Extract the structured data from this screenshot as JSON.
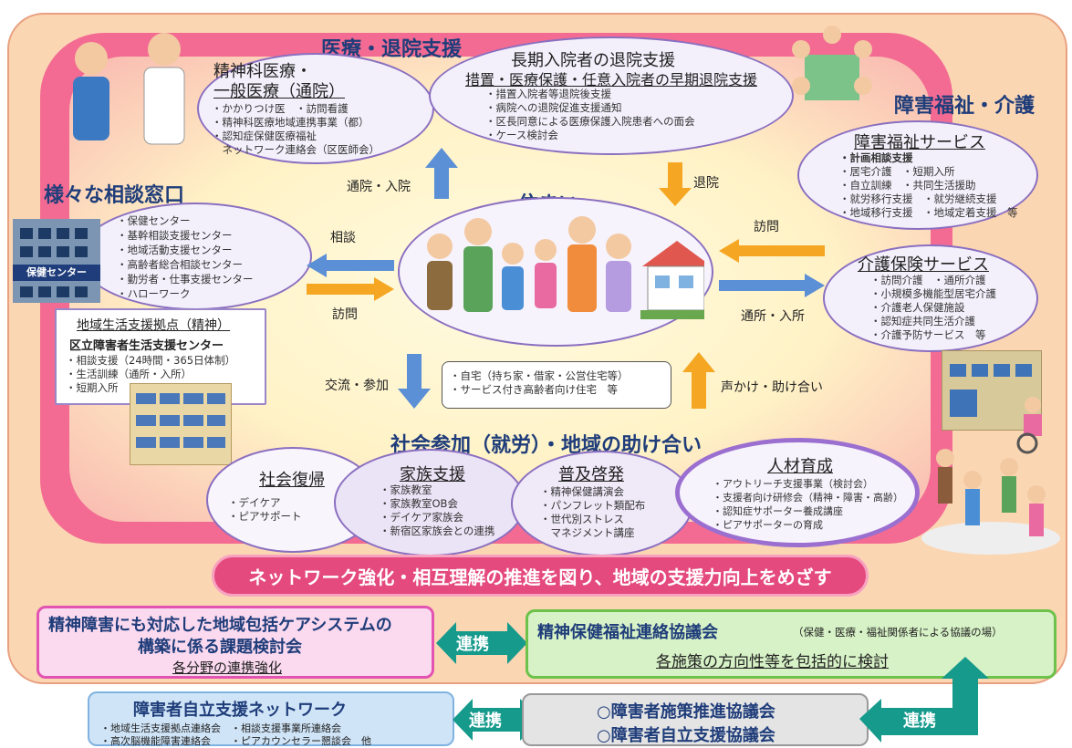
{
  "sections": {
    "medical": "医療・退院支援",
    "welfare": "障害福祉・介護",
    "consult": "様々な相談窓口",
    "housing": "住まい",
    "social": "社会参加（就労）・地域の助け合い"
  },
  "psychiatric": {
    "title_line1": "精神科医療・",
    "title_line2": "一般医療（通院）",
    "items": [
      "・かかりつけ医　・訪問看護",
      "・精神科医療地域連携事業（都）",
      "・認知症保健医療福祉",
      "　ネットワーク連絡会（区医師会）"
    ]
  },
  "longterm": {
    "title": "長期入院者の退院支援",
    "subtitle": "措置・医療保護・任意入院者の早期退院支援",
    "items": [
      "・措置入院者等退院後支援",
      "・病院への退院促進支援通知",
      "・区長同意による医療保護入院患者への面会",
      "・ケース検討会"
    ]
  },
  "welfare_service": {
    "title": "障害福祉サービス",
    "items": [
      "・計画相談支援",
      "・居宅介護　・短期入所",
      "・自立訓練　・共同生活援助",
      "・就労移行支援　・就労継続支援",
      "・地域移行支援　・地域定着支援　等"
    ]
  },
  "care_service": {
    "title": "介護保険サービス",
    "items": [
      "・訪問介護　・通所介護",
      "・小規模多機能型居宅介護",
      "・介護老人保健施設",
      "・認知症共同生活介護",
      "・介護予防サービス　等"
    ]
  },
  "consult_list": [
    "・保健センター",
    "・基幹相談支援センター",
    "・地域活動支援センター",
    "・高齢者総合相談センター",
    "・勤労者・仕事支援センター",
    "・ハローワーク"
  ],
  "health_center_sign": "保健センター",
  "hub": {
    "title": "地域生活支援拠点（精神）",
    "subtitle": "区立障害者生活支援センター",
    "items": [
      "・相談支援（24時間・365日体制）",
      "・生活訓練（通所・入所）",
      "・短期入所"
    ]
  },
  "housing_note": [
    "・自宅（持ち家・借家・公営住宅等）",
    "・サービス付き高齢者向け住宅　等"
  ],
  "arrow_labels": {
    "tsuin": "通院・入院",
    "taiin": "退院",
    "soudan": "相談",
    "houmon_left": "訪問",
    "houmon_right": "訪問",
    "tsusho": "通所・入所",
    "koryu": "交流・参加",
    "koekake": "声かけ・助け合い"
  },
  "shakai_fukki": {
    "title": "社会復帰",
    "items": [
      "・デイケア",
      "・ピアサポート"
    ]
  },
  "kazoku": {
    "title": "家族支援",
    "items": [
      "・家族教室",
      "・家族教室OB会",
      "・デイケア家族会",
      "・新宿区家族会との連携"
    ]
  },
  "fukyu": {
    "title": "普及啓発",
    "items": [
      "・精神保健講演会",
      "・パンフレット類配布",
      "・世代別ストレス",
      "　マネジメント講座"
    ]
  },
  "jinzai": {
    "title": "人材育成",
    "items": [
      "・アウトリーチ支援事業（検討会）",
      "・支援者向け研修会（精神・障害・高齢）",
      "・認知症サポーター養成講座",
      "・ピアサポーターの育成"
    ]
  },
  "network_bar": "ネットワーク強化・相互理解の推進を図り、地域の支援力向上をめざす",
  "kentoukai": {
    "line1": "精神障害にも対応した地域包括ケアシステムの",
    "line2": "構築に係る課題検討会",
    "sub": "各分野の連携強化"
  },
  "renkei": [
    "連携",
    "連携",
    "連携"
  ],
  "kyogikai": {
    "title": "精神保健福祉連絡協議会",
    "note": "（保健・医療・福祉関係者による協議の場）",
    "sub": "各施策の方向性等を包括的に検討"
  },
  "jiritsu_net": {
    "title": "障害者自立支援ネットワーク",
    "row1": "・地域生活支援拠点連絡会　・相談支援事業所連絡会",
    "row2": "・高次脳機能障害連絡会　　・ピアカウンセラー懇談会　他"
  },
  "shisaku": {
    "line1": "○障害者施策推進協議会",
    "line2": "○障害者自立支援協議会"
  },
  "colors": {
    "pink": "#e54a7e",
    "navy": "#1f3d7a",
    "teal": "#169a8c",
    "green": "#6cc24a",
    "blue_arrow": "#5b8fd6",
    "orange_arrow": "#f5a623"
  }
}
